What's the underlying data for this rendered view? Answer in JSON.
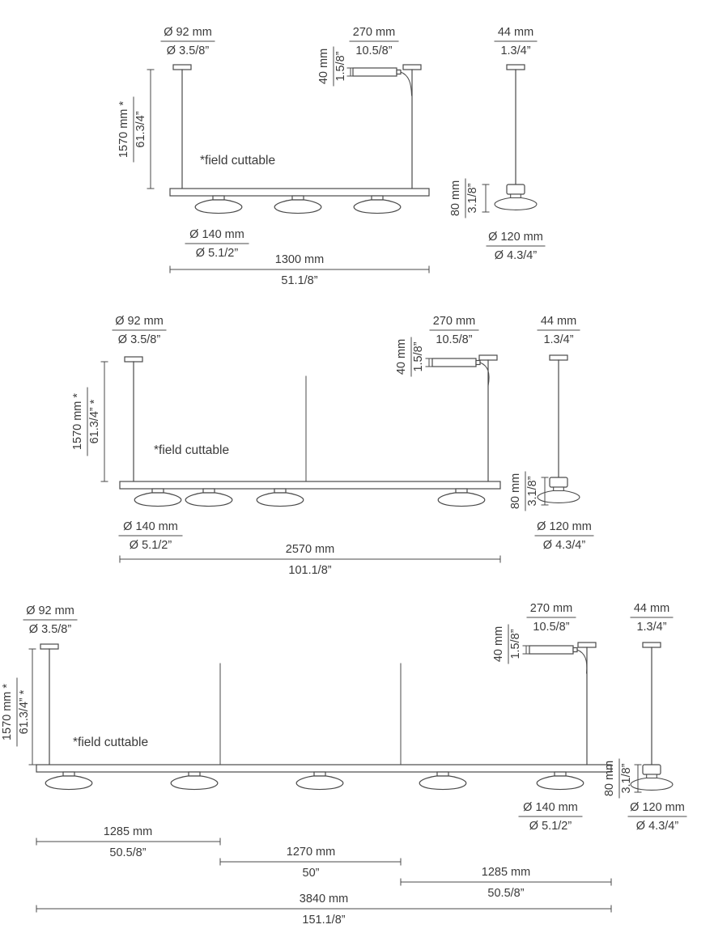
{
  "diagrams": [
    {
      "canopy_mm": "Ø 92 mm",
      "canopy_in": "Ø 3.5/8”",
      "drop_mm": "1570 mm *",
      "drop_in": "61.3/4”",
      "field_cuttable": "*field cuttable",
      "lamp_mm": "Ø 140 mm",
      "lamp_in": "Ø 5.1/2”",
      "length_mm": "1300 mm",
      "length_in": "51.1/8”",
      "driver_w_mm": "270 mm",
      "driver_w_in": "10.5/8”",
      "driver_h_mm": "40 mm",
      "driver_h_in": "1.5/8”",
      "end_w_mm": "44 mm",
      "end_w_in": "1.3/4”",
      "end_h_mm": "80 mm",
      "end_h_in": "3.1/8”",
      "end_lamp_mm": "Ø 120 mm",
      "end_lamp_in": "Ø 4.3/4”"
    },
    {
      "canopy_mm": "Ø 92 mm",
      "canopy_in": "Ø 3.5/8”",
      "drop_mm": "1570 mm *",
      "drop_in": "61.3/4” *",
      "field_cuttable": "*field cuttable",
      "lamp_mm": "Ø 140 mm",
      "lamp_in": "Ø 5.1/2”",
      "length_mm": "2570 mm",
      "length_in": "101.1/8”",
      "driver_w_mm": "270 mm",
      "driver_w_in": "10.5/8”",
      "driver_h_mm": "40 mm",
      "driver_h_in": "1.5/8”",
      "end_w_mm": "44 mm",
      "end_w_in": "1.3/4”",
      "end_h_mm": "80 mm",
      "end_h_in": "3.1/8”",
      "end_lamp_mm": "Ø 120 mm",
      "end_lamp_in": "Ø 4.3/4”"
    },
    {
      "canopy_mm": "Ø 92 mm",
      "canopy_in": "Ø 3.5/8”",
      "drop_mm": "1570 mm *",
      "drop_in": "61.3/4” *",
      "field_cuttable": "*field cuttable",
      "lamp_mm": "Ø 140 mm",
      "lamp_in": "Ø 5.1/2”",
      "driver_w_mm": "270 mm",
      "driver_w_in": "10.5/8”",
      "driver_h_mm": "40 mm",
      "driver_h_in": "1.5/8”",
      "end_w_mm": "44 mm",
      "end_w_in": "1.3/4”",
      "end_h_mm": "80 mm",
      "end_h_in": "3.1/8”",
      "end_lamp_mm": "Ø 120 mm",
      "end_lamp_in": "Ø 4.3/4”",
      "segments": [
        {
          "mm": "1285 mm",
          "in": "50.5/8”"
        },
        {
          "mm": "1270 mm",
          "in": "50”"
        },
        {
          "mm": "1285 mm",
          "in": "50.5/8”"
        }
      ],
      "total_mm": "3840 mm",
      "total_in": "151.1/8”"
    }
  ]
}
